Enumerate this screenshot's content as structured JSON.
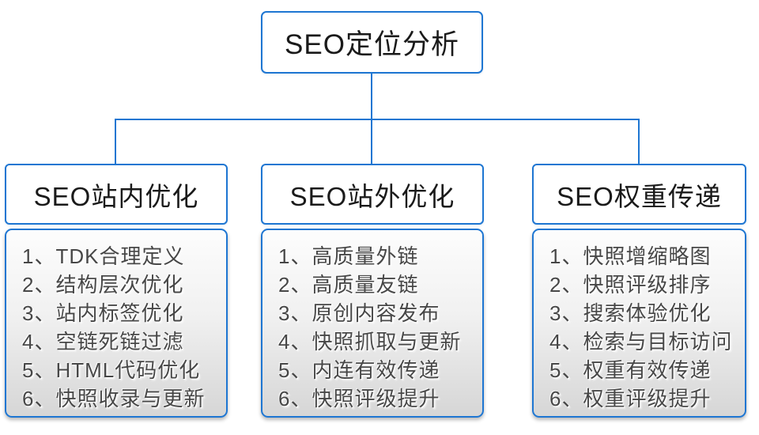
{
  "colors": {
    "accent": "#1e76d2",
    "header_text": "#1a1a1a",
    "item_text": "#474747",
    "list_gradient_top": "#fdfdfd",
    "list_gradient_bottom": "#d6d6d6"
  },
  "root": {
    "title": "SEO定位分析"
  },
  "branches": [
    {
      "title": "SEO站内优化",
      "items": [
        "1、TDK合理定义",
        "2、结构层次优化",
        "3、站内标签优化",
        "4、空链死链过滤",
        "5、HTML代码优化",
        "6、快照收录与更新"
      ]
    },
    {
      "title": "SEO站外优化",
      "items": [
        "1、高质量外链",
        "2、高质量友链",
        "3、原创内容发布",
        "4、快照抓取与更新",
        "5、内连有效传递",
        "6、快照评级提升"
      ]
    },
    {
      "title": "SEO权重传递",
      "items": [
        "1、快照增缩略图",
        "2、快照评级排序",
        "3、搜索体验优化",
        "4、检索与目标访问",
        "5、权重有效传递",
        "6、权重评级提升"
      ]
    }
  ]
}
